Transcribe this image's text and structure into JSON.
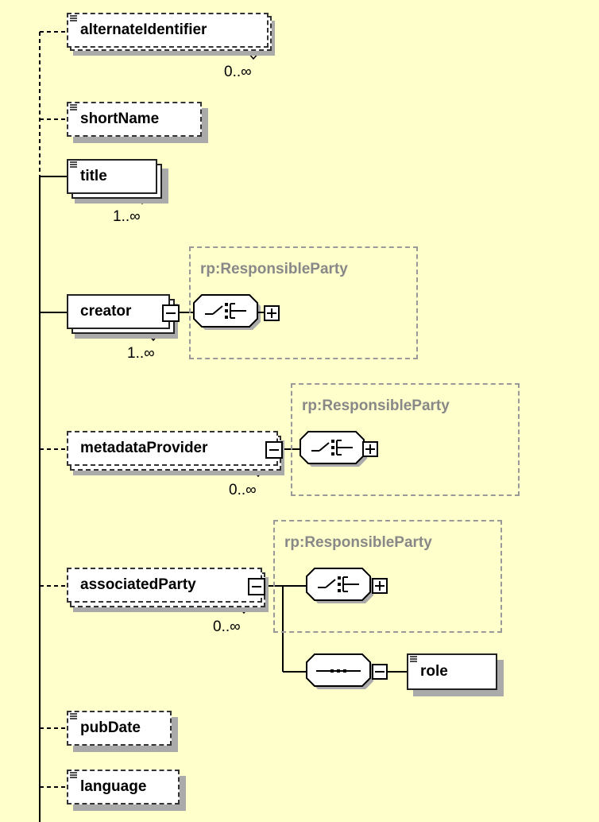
{
  "elements": {
    "alternateIdentifier": {
      "label": "alternateIdentifier",
      "cardinality": "0..∞"
    },
    "shortName": {
      "label": "shortName"
    },
    "title": {
      "label": "title",
      "cardinality": "1..∞"
    },
    "creator": {
      "label": "creator",
      "cardinality": "1..∞",
      "type": "rp:ResponsibleParty"
    },
    "metadataProvider": {
      "label": "metadataProvider",
      "cardinality": "0..∞",
      "type": "rp:ResponsibleParty"
    },
    "associatedParty": {
      "label": "associatedParty",
      "cardinality": "0..∞",
      "type": "rp:ResponsibleParty"
    },
    "role": {
      "label": "role"
    },
    "pubDate": {
      "label": "pubDate"
    },
    "language": {
      "label": "language"
    }
  },
  "colors": {
    "background": "#FFFFCC",
    "connector": "#000000",
    "typeGroup": "#999999",
    "shadow": "#AAAAAA"
  },
  "icons": {
    "expand": "plus-box-icon",
    "collapse": "minus-box-icon",
    "choice": "choice-compositor-icon",
    "sequence": "sequence-compositor-icon",
    "textContent": "text-lines-icon"
  }
}
